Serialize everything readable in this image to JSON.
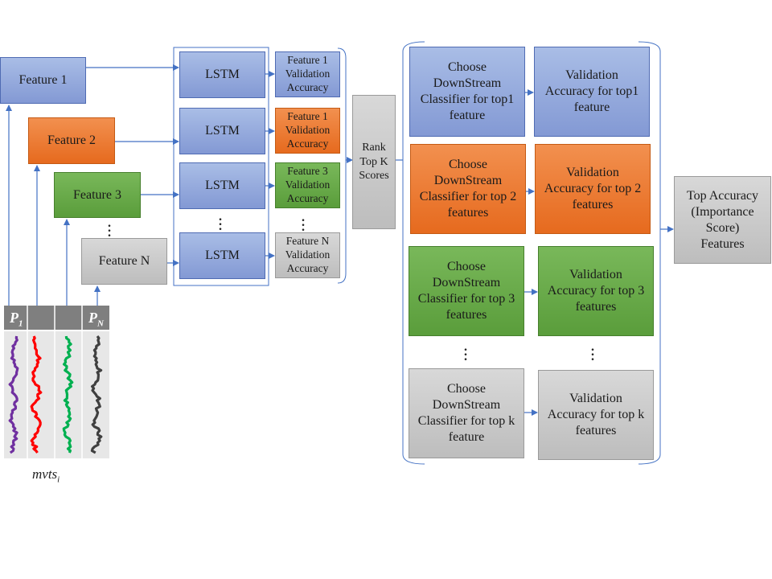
{
  "features": [
    {
      "label": "Feature 1",
      "color": "blue"
    },
    {
      "label": "Feature 2",
      "color": "orange"
    },
    {
      "label": "Feature 3",
      "color": "green"
    },
    {
      "label": "Feature N",
      "color": "gray"
    }
  ],
  "lstm": {
    "label": "LSTM"
  },
  "validation": [
    {
      "label": "Feature 1\nValidation\nAccuracy",
      "color": "blue"
    },
    {
      "label": "Feature 1\nValidation\nAccuracy",
      "color": "orange"
    },
    {
      "label": "Feature 3\nValidation\nAccuracy",
      "color": "green"
    },
    {
      "label": "Feature N\nValidation\nAccuracy",
      "color": "gray"
    }
  ],
  "rank": {
    "label": "Rank\nTop K\nScores"
  },
  "classifiers": [
    {
      "label": "Choose\nDownStream\nClassifier for top1\nfeature",
      "color": "blue"
    },
    {
      "label": "Choose\nDownStream\nClassifier for top 2\nfeatures",
      "color": "orange"
    },
    {
      "label": "Choose\nDownStream\nClassifier for top 3\nfeatures",
      "color": "green"
    },
    {
      "label": "Choose\nDownStream\nClassifier for top k\nfeature",
      "color": "gray"
    }
  ],
  "accuracies": [
    {
      "label": "Validation\nAccuracy  for top1\nfeature",
      "color": "blue"
    },
    {
      "label": "Validation\nAccuracy  for top 2\nfeatures",
      "color": "orange"
    },
    {
      "label": "Validation\nAccuracy  for top 3\nfeatures",
      "color": "green"
    },
    {
      "label": "Validation\nAccuracy  for top k\nfeatures",
      "color": "gray"
    }
  ],
  "top_accuracy": {
    "label": "Top Accuracy\n(Importance\nScore)\nFeatures"
  },
  "mvts": {
    "p_first": "P",
    "p_first_sub": "1",
    "p_last": "P",
    "p_last_sub": "N",
    "caption": "mvts",
    "caption_sub": "i",
    "series_colors": [
      "#7030a0",
      "#ff0000",
      "#00b050",
      "#404040"
    ]
  },
  "colors": {
    "arrow": "#4472c4",
    "bracket": "#4472c4"
  }
}
